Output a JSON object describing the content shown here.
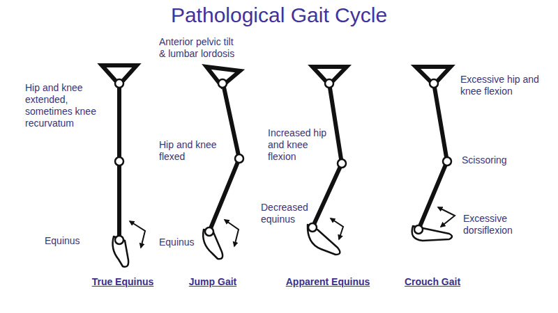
{
  "diagram": {
    "title": "Pathological Gait Cycle",
    "labels": [
      "Hip and knee extended, sometimes knee recurvatum",
      "Equinus",
      "True Equinus",
      "Anterior pelvic tilt & lumbar lordosis",
      "Hip and knee flexed",
      "Equinus",
      "Jump Gait",
      "Increased hip and knee flexion",
      "Decreased equinus",
      "Apparent Equinus",
      "Excessive hip and knee flexion",
      "Scissoring",
      "Excessive dorsiflexion",
      "Crouch Gait"
    ]
  }
}
